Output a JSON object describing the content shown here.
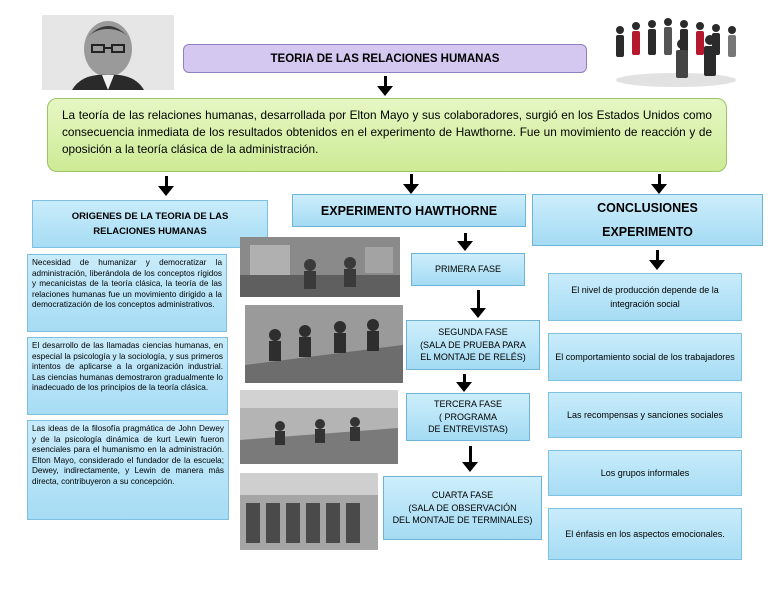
{
  "title": "TEORIA DE LAS RELACIONES HUMANAS",
  "intro": "La teoría de las relaciones humanas, desarrollada por Elton Mayo y sus colaboradores, surgió en los Estados Unidos como consecuencia inmediata de los resultados obtenidos en el experimento de Hawthorne. Fue un movimiento de reacción y de oposición a la teoría clásica de la administración.",
  "origins": {
    "title_line1": "ORIGENES DE LA TEORIA DE LAS",
    "title_line2": "RELACIONES HUMANAS",
    "items": [
      "Necesidad de humanizar y democratizar la administración, liberándola de los conceptos rígidos y mecanicistas de la teoría clásica, la teoría de las relaciones humanas fue un movimiento dirigido a la democratización de los conceptos administrativos.",
      "El desarrollo de las llamadas ciencias humanas, en especial la psicología y la sociología, y sus primeros intentos de aplicarse a la organización industrial. Las ciencias humanas demostraron gradualmente lo inadecuado de los principios de la teoría clásica.",
      "Las ideas de la filosofía pragmática de John Dewey y de la psicología dinámica de kurt Lewin fueron esenciales para el humanismo en la administración. Elton Mayo, considerado el fundador de la escuela; Dewey, indirectamente, y Lewin de manera más directa, contribuyeron a su concepción."
    ]
  },
  "experiment": {
    "title": "EXPERIMENTO HAWTHORNE",
    "phases": [
      {
        "line1": "PRIMERA FASE",
        "line2": "",
        "line3": ""
      },
      {
        "line1": "SEGUNDA FASE",
        "line2": "(SALA DE PRUEBA PARA",
        "line3": "EL MONTAJE DE RELÉS)"
      },
      {
        "line1": "TERCERA FASE",
        "line2": "( PROGRAMA",
        "line3": "DE ENTREVISTAS)"
      },
      {
        "line1": "CUARTA FASE",
        "line2": "(SALA DE OBSERVACIÓN",
        "line3": "DEL MONTAJE DE TERMINALES)"
      }
    ]
  },
  "conclusions": {
    "title_line1": "CONCLUSIONES",
    "title_line2": "EXPERIMENTO",
    "items": [
      "El nivel de producción depende de la integración social",
      "El comportamiento social de los trabajadores",
      "Las recompensas y sanciones sociales",
      "Los grupos informales",
      "El énfasis en los aspectos emocionales."
    ]
  },
  "colors": {
    "title_fill": "#d4c8f0",
    "intro_fill": "#d9f2a8",
    "box_fill": "#b3e2f7"
  }
}
